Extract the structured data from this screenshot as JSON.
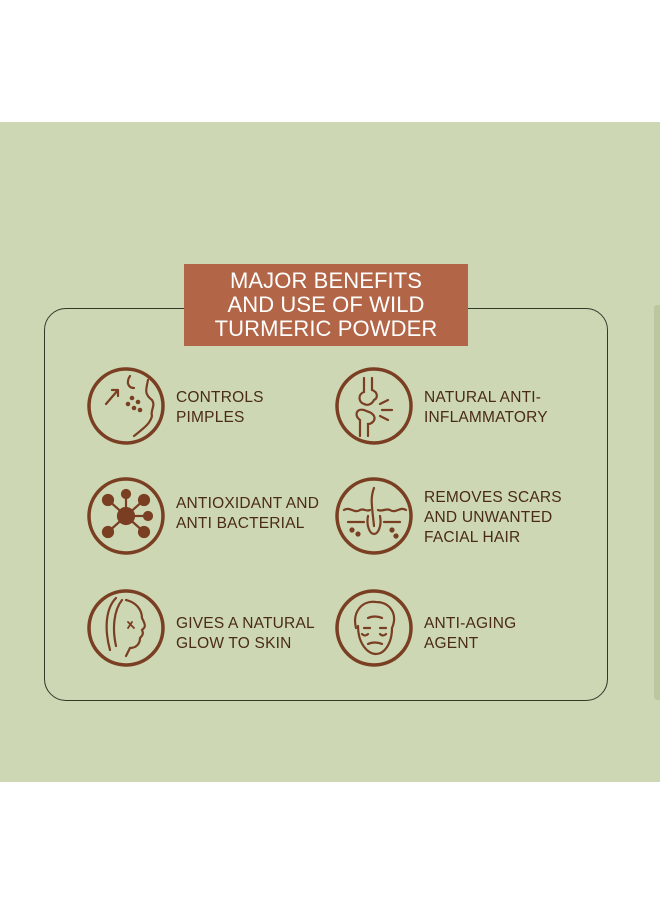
{
  "title": "MAJOR BENEFITS\nAND USE OF WILD\nTURMERIC POWDER",
  "colors": {
    "background": "#cdd7b4",
    "accent": "#b26647",
    "icon": "#7a3e22",
    "text": "#4a2a18"
  },
  "benefits": [
    {
      "icon": "face-pimples-icon",
      "label": "CONTROLS\nPIMPLES"
    },
    {
      "icon": "joint-inflammation-icon",
      "label": "NATURAL  ANTI-\nINFLAMMATORY"
    },
    {
      "icon": "molecule-icon",
      "label": "ANTIOXIDANT AND\nANTI BACTERIAL"
    },
    {
      "icon": "hair-follicle-icon",
      "label": "REMOVES SCARS\nAND UNWANTED\nFACIAL HAIR"
    },
    {
      "icon": "glowing-face-icon",
      "label": "GIVES A NATURAL\nGLOW TO SKIN"
    },
    {
      "icon": "aging-face-icon",
      "label": "ANTI-AGING\nAGENT"
    }
  ]
}
